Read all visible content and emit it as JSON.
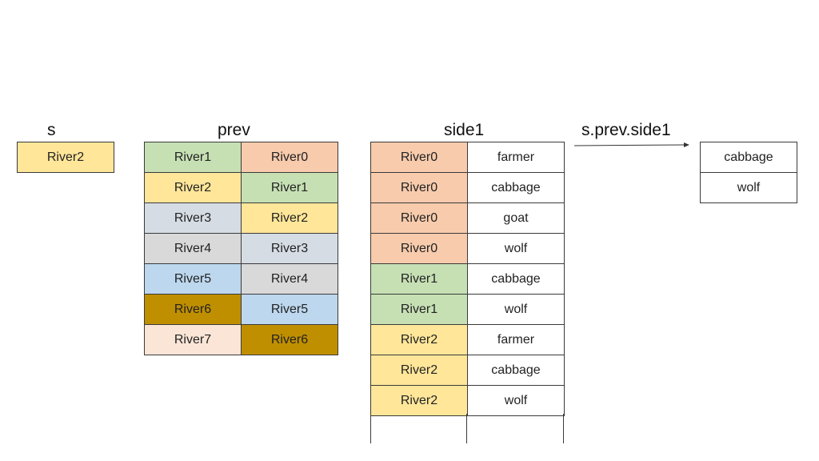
{
  "headings": {
    "s": "s",
    "prev": "prev",
    "side1": "side1",
    "path": "s.prev.side1"
  },
  "s_table": {
    "cells": [
      {
        "text": "River2",
        "color": "c2"
      }
    ]
  },
  "prev_table": {
    "rows": [
      [
        {
          "text": "River1",
          "color": "c1"
        },
        {
          "text": "River0",
          "color": "c0"
        }
      ],
      [
        {
          "text": "River2",
          "color": "c2"
        },
        {
          "text": "River1",
          "color": "c1"
        }
      ],
      [
        {
          "text": "River3",
          "color": "c3"
        },
        {
          "text": "River2",
          "color": "c2"
        }
      ],
      [
        {
          "text": "River4",
          "color": "c4"
        },
        {
          "text": "River3",
          "color": "c3"
        }
      ],
      [
        {
          "text": "River5",
          "color": "c5"
        },
        {
          "text": "River4",
          "color": "c4"
        }
      ],
      [
        {
          "text": "River6",
          "color": "c6"
        },
        {
          "text": "River5",
          "color": "c5"
        }
      ],
      [
        {
          "text": "River7",
          "color": "c7"
        },
        {
          "text": "River6",
          "color": "c6"
        }
      ]
    ]
  },
  "side1_table": {
    "rows": [
      [
        {
          "text": "River0",
          "color": "c0"
        },
        {
          "text": "farmer",
          "color": "cw"
        }
      ],
      [
        {
          "text": "River0",
          "color": "c0"
        },
        {
          "text": "cabbage",
          "color": "cw"
        }
      ],
      [
        {
          "text": "River0",
          "color": "c0"
        },
        {
          "text": "goat",
          "color": "cw"
        }
      ],
      [
        {
          "text": "River0",
          "color": "c0"
        },
        {
          "text": "wolf",
          "color": "cw"
        }
      ],
      [
        {
          "text": "River1",
          "color": "c1"
        },
        {
          "text": "cabbage",
          "color": "cw"
        }
      ],
      [
        {
          "text": "River1",
          "color": "c1"
        },
        {
          "text": "wolf",
          "color": "cw"
        }
      ],
      [
        {
          "text": "River2",
          "color": "c2"
        },
        {
          "text": "farmer",
          "color": "cw"
        }
      ],
      [
        {
          "text": "River2",
          "color": "c2"
        },
        {
          "text": "cabbage",
          "color": "cw"
        }
      ],
      [
        {
          "text": "River2",
          "color": "c2"
        },
        {
          "text": "wolf",
          "color": "cw"
        }
      ]
    ]
  },
  "result_table": {
    "cells": [
      {
        "text": "cabbage",
        "color": "cw"
      },
      {
        "text": "wolf",
        "color": "cw"
      }
    ]
  },
  "colors": {
    "c0": "#f7cbac",
    "c1": "#c6e0b4",
    "c2": "#ffe699",
    "c3": "#d6dce4",
    "c4": "#d9d9d9",
    "c5": "#bdd7ee",
    "c6": "#bf8f00",
    "c7": "#fbe5d6",
    "cw": "#ffffff"
  }
}
